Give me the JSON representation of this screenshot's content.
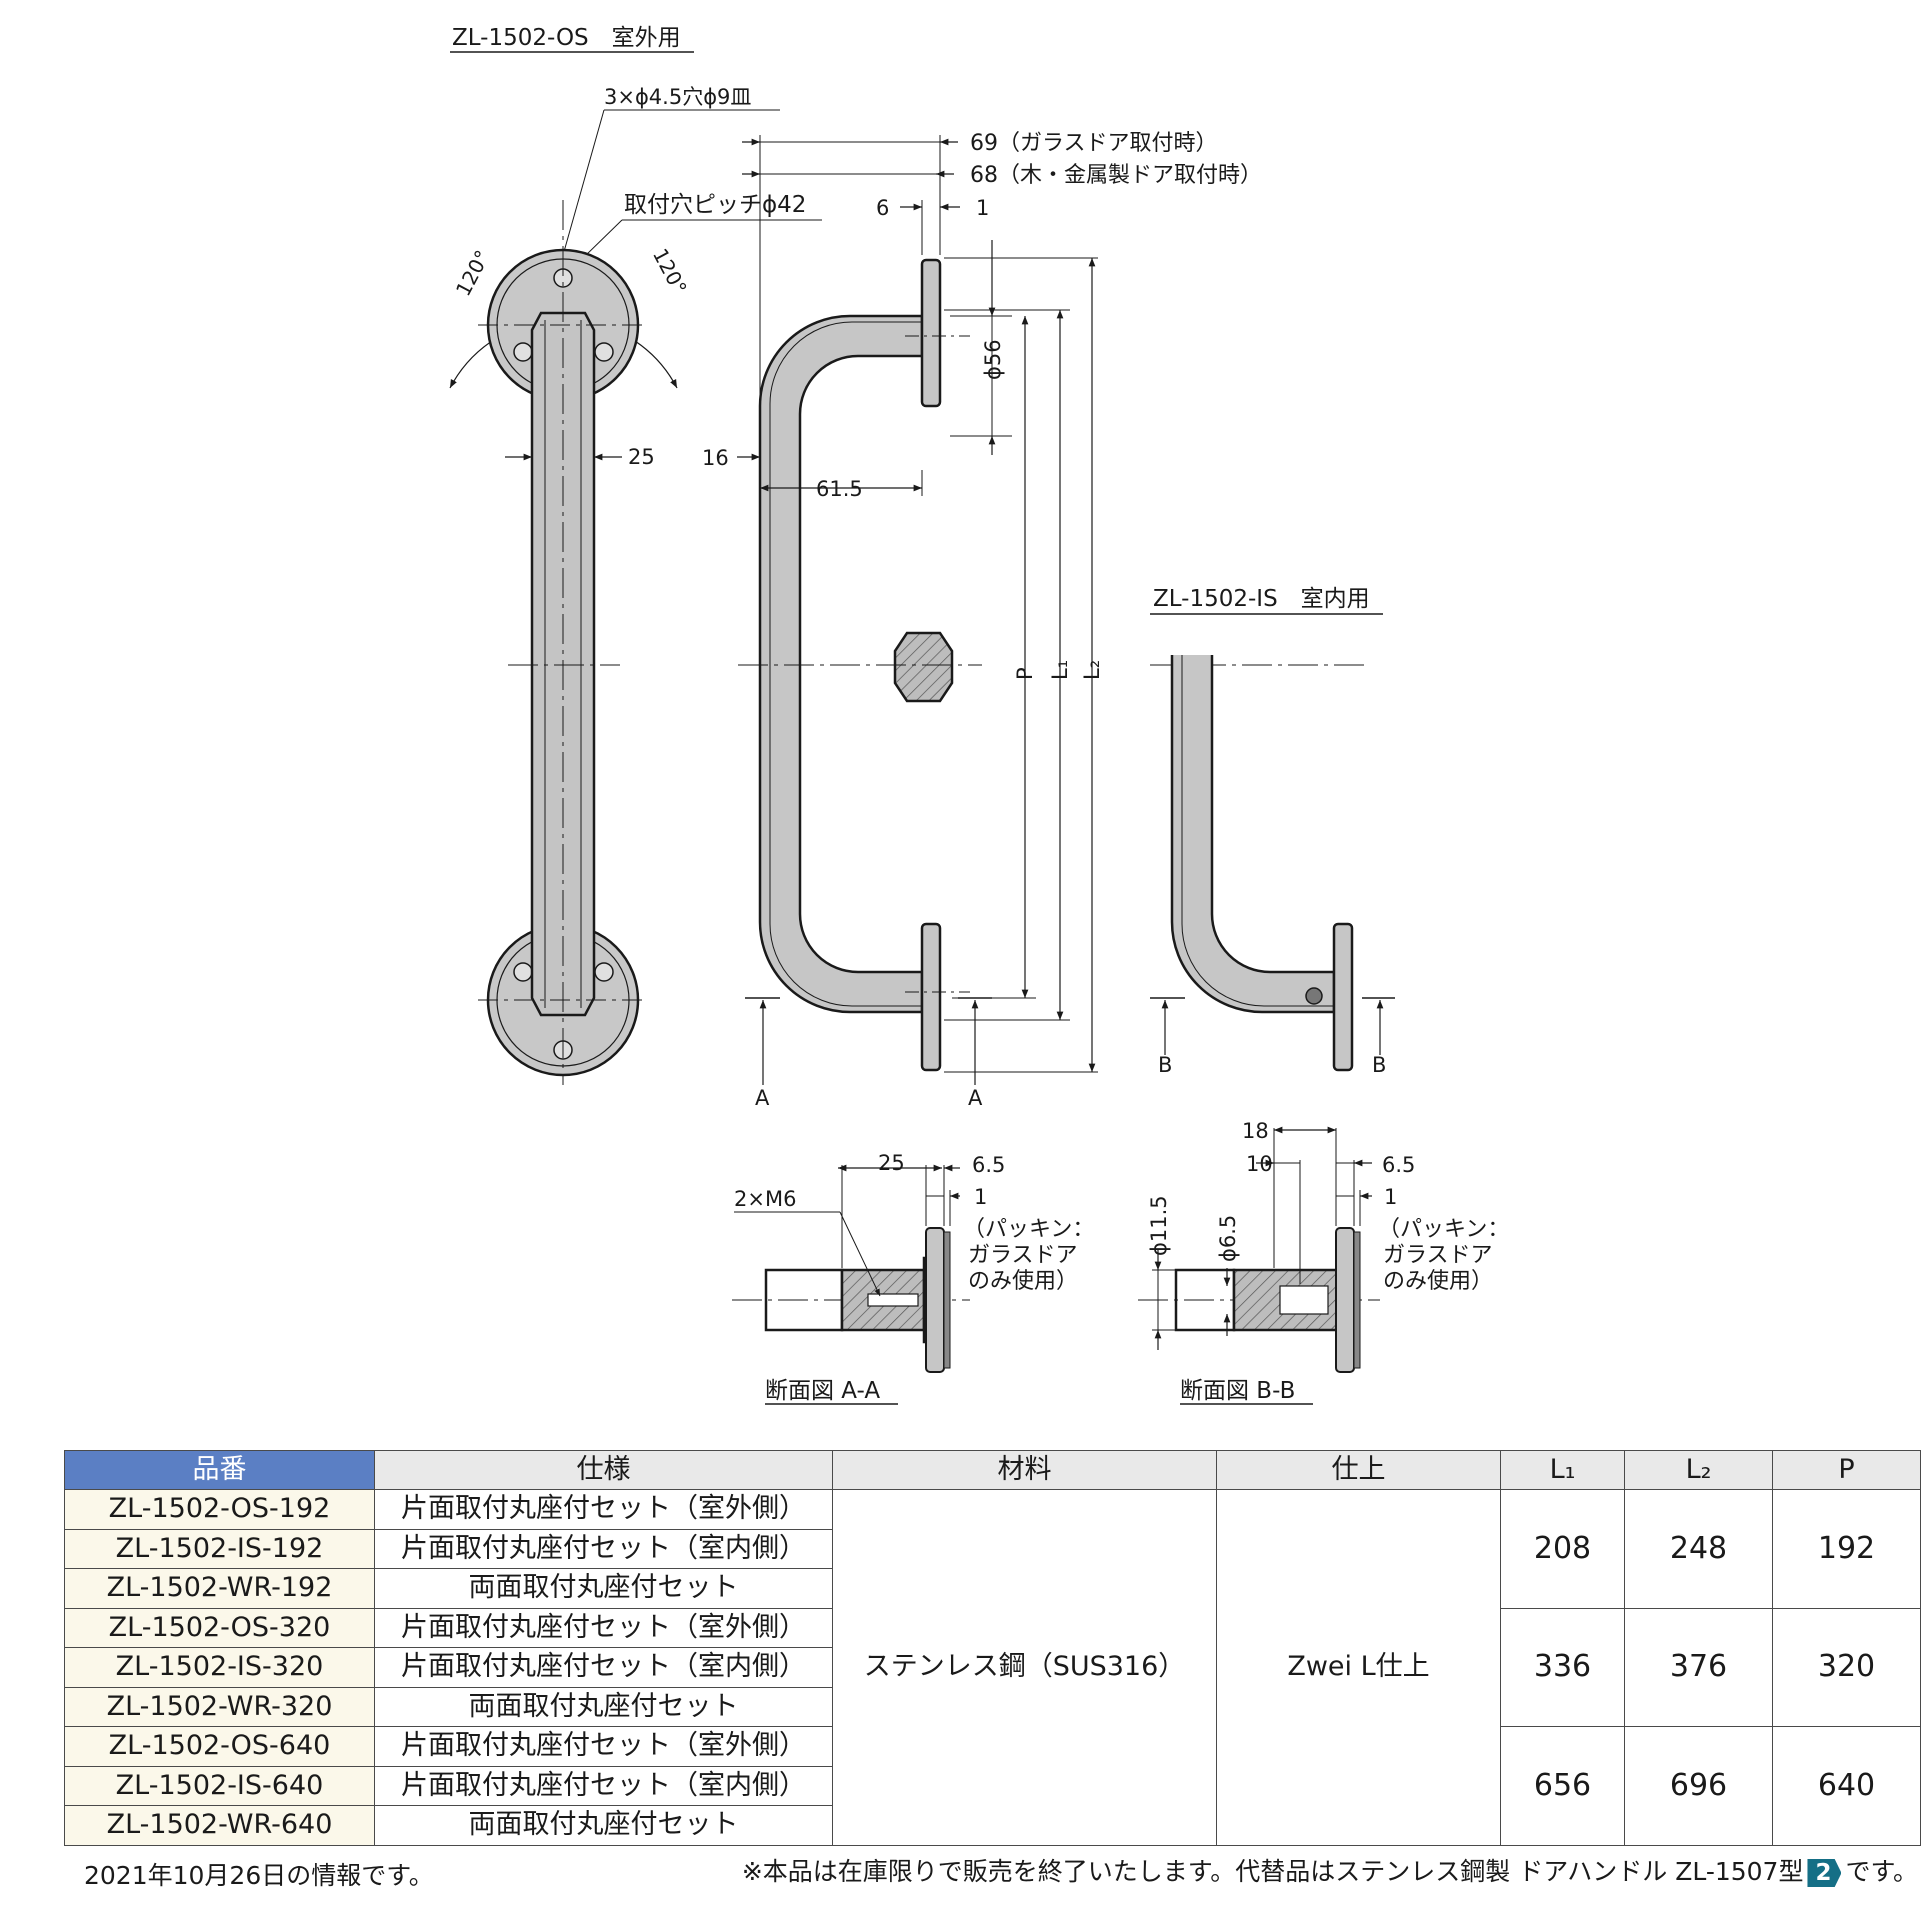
{
  "labels": {
    "os_title": "ZL-1502-OS　室外用",
    "is_title": "ZL-1502-IS　室内用",
    "holes": "3×ϕ4.5穴ϕ9皿",
    "pitch": "取付穴ピッチϕ42",
    "angle_left": "120°",
    "angle_right": "120°",
    "dim_25": "25",
    "dim_69": "69（ガラスドア取付時）",
    "dim_68": "68（木・金属製ドア取付時）",
    "dim_6": "6",
    "dim_1": "1",
    "dim_56": "ϕ56",
    "dim_16": "16",
    "dim_615": "61.5",
    "dim_P": "P",
    "dim_L1": "L₁",
    "dim_L2": "L₂",
    "sec_A": "A",
    "sec_B": "B",
    "aa_25": "25",
    "aa_65": "6.5",
    "aa_1": "1",
    "aa_m6": "2×M6",
    "aa_note1": "（パッキン：",
    "aa_note2": "ガラスドア",
    "aa_note3": "のみ使用）",
    "aa_title": "断面図 A-A",
    "bb_18": "18",
    "bb_10": "10",
    "bb_65": "6.5",
    "bb_1": "1",
    "bb_115": "ϕ11.5",
    "bb_6": "ϕ6.5",
    "bb_title": "断面図 B-B"
  },
  "table": {
    "headers": [
      "品番",
      "仕様",
      "材料",
      "仕上",
      "L₁",
      "L₂",
      "P"
    ],
    "rows": [
      {
        "pn": "ZL-1502-OS-192",
        "spec": "片面取付丸座付セット（室外側）"
      },
      {
        "pn": "ZL-1502-IS-192",
        "spec": "片面取付丸座付セット（室内側）"
      },
      {
        "pn": "ZL-1502-WR-192",
        "spec": "両面取付丸座付セット"
      },
      {
        "pn": "ZL-1502-OS-320",
        "spec": "片面取付丸座付セット（室外側）"
      },
      {
        "pn": "ZL-1502-IS-320",
        "spec": "片面取付丸座付セット（室内側）"
      },
      {
        "pn": "ZL-1502-WR-320",
        "spec": "両面取付丸座付セット"
      },
      {
        "pn": "ZL-1502-OS-640",
        "spec": "片面取付丸座付セット（室外側）"
      },
      {
        "pn": "ZL-1502-IS-640",
        "spec": "片面取付丸座付セット（室内側）"
      },
      {
        "pn": "ZL-1502-WR-640",
        "spec": "両面取付丸座付セット"
      }
    ],
    "material": "ステンレス鋼（SUS316）",
    "finish": "Zwei L仕上",
    "groups": [
      {
        "l1": "208",
        "l2": "248",
        "p": "192"
      },
      {
        "l1": "336",
        "l2": "376",
        "p": "320"
      },
      {
        "l1": "656",
        "l2": "696",
        "p": "640"
      }
    ]
  },
  "footer": {
    "date_note": "2021年10月26日の情報です。",
    "notice_pre": "※本品は在庫限りで販売を終了いたします。代替品はステンレス鋼製 ドアハンドル ZL-1507型",
    "badge": "2",
    "notice_post": "です。"
  }
}
